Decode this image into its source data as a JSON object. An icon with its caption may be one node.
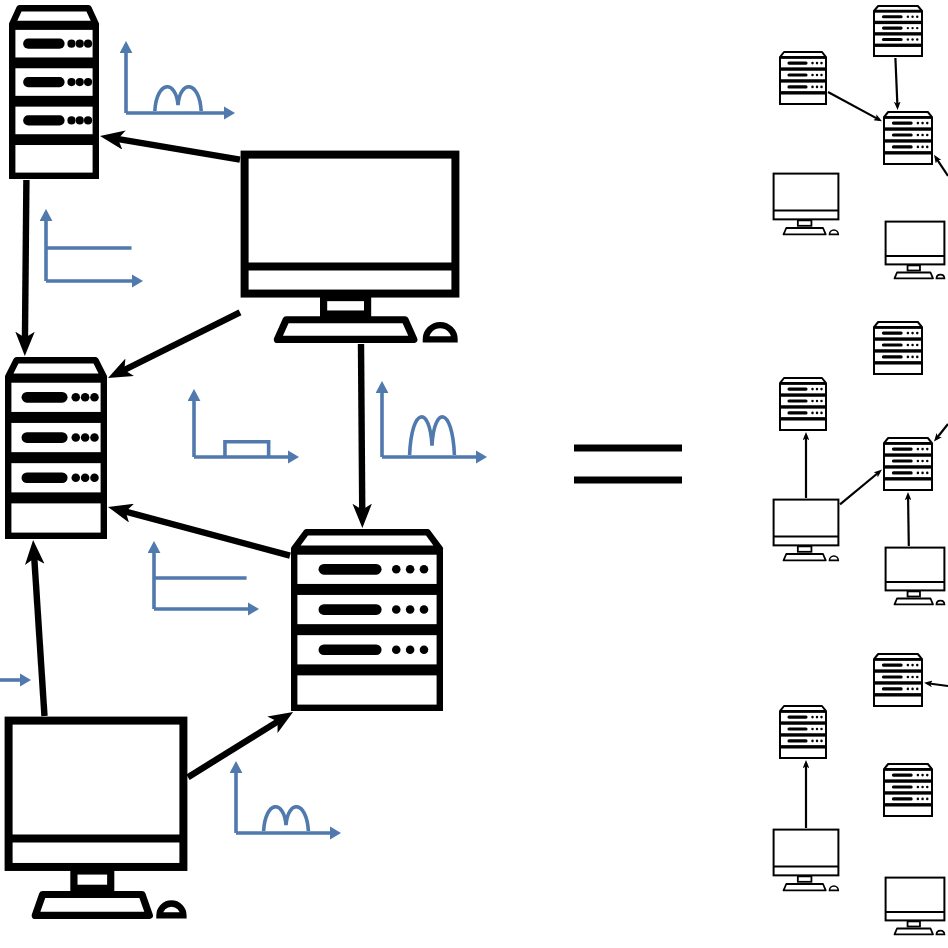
{
  "diagram": {
    "nodes": [
      {
        "text": [],
        "shape": "server"
      },
      {
        "text": [],
        "shape": "computer"
      },
      {
        "text": [],
        "shape": "server"
      },
      {
        "text": [],
        "shape": "server"
      },
      {
        "text": [],
        "shape": "computer"
      },
      {
        "text": [],
        "shape": "server"
      },
      {
        "text": [],
        "shape": "server"
      },
      {
        "text": [],
        "shape": "server"
      },
      {
        "text": [],
        "shape": "computer"
      },
      {
        "text": [],
        "shape": "computer"
      },
      {
        "text": [],
        "shape": "server"
      },
      {
        "text": [],
        "shape": "server"
      },
      {
        "text": [],
        "shape": "server"
      },
      {
        "text": [],
        "shape": "computer"
      },
      {
        "text": [],
        "shape": "computer"
      },
      {
        "text": [],
        "shape": "server"
      },
      {
        "text": [],
        "shape": "server"
      },
      {
        "text": [],
        "shape": "server"
      },
      {
        "text": [],
        "shape": "computer"
      },
      {
        "text": [],
        "shape": "computer"
      }
    ],
    "edges": [
      {
        "from": 1,
        "to": 0,
        "arrow": "to",
        "style": "thick"
      },
      {
        "from": 0,
        "to": 2,
        "arrow": "to",
        "style": "thick"
      },
      {
        "from": 1,
        "to": 2,
        "arrow": "to",
        "style": "thick"
      },
      {
        "from": 1,
        "to": 3,
        "arrow": "to",
        "style": "thick"
      },
      {
        "from": 3,
        "to": 2,
        "arrow": "to",
        "style": "thick"
      },
      {
        "from": 4,
        "to": 2,
        "arrow": "to",
        "style": "thick"
      },
      {
        "from": 4,
        "to": 3,
        "arrow": "to",
        "style": "thick"
      },
      {
        "from": 5,
        "to": 7,
        "arrow": "to"
      },
      {
        "from": 6,
        "to": 7,
        "arrow": "to"
      },
      {
        "from": null,
        "to": 7,
        "arrow": "to"
      },
      {
        "from": 13,
        "to": 11,
        "arrow": "to"
      },
      {
        "from": 13,
        "to": 12,
        "arrow": "to"
      },
      {
        "from": 14,
        "to": 12,
        "arrow": "to"
      },
      {
        "from": null,
        "to": 12,
        "arrow": "to"
      },
      {
        "from": 18,
        "to": 16,
        "arrow": "to"
      },
      {
        "from": null,
        "to": 15,
        "arrow": "to"
      }
    ]
  }
}
